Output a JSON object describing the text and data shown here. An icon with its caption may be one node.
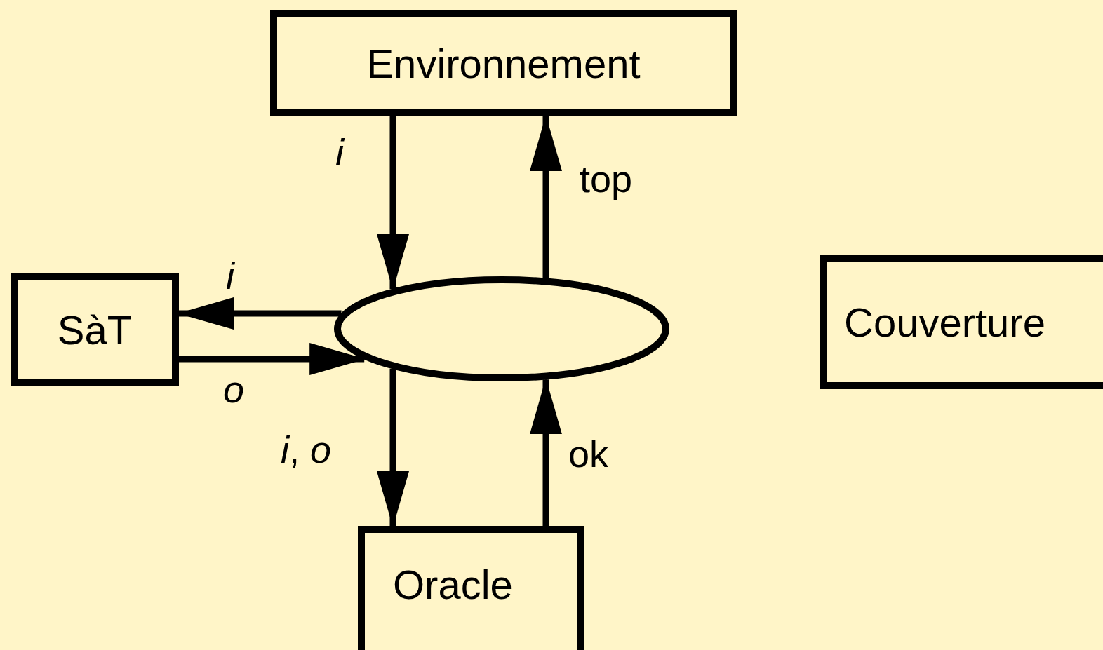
{
  "diagram": {
    "nodes": [
      {
        "text": [
          "Environnement"
        ]
      },
      {
        "text": [
          "SàT"
        ]
      },
      {
        "text": [],
        "shape": "ellipse"
      },
      {
        "text": [
          "Couverture"
        ]
      },
      {
        "text": [
          "Oracle"
        ]
      }
    ],
    "edges": [
      {
        "from": 0,
        "to": 2,
        "arrow": "to",
        "label": "*i*"
      },
      {
        "from": 2,
        "to": 0,
        "arrow": "to",
        "label": "top"
      },
      {
        "from": 2,
        "to": 1,
        "arrow": "to",
        "label": "*i*"
      },
      {
        "from": 1,
        "to": 2,
        "arrow": "to",
        "label": "*o*"
      },
      {
        "from": 2,
        "to": 4,
        "arrow": "to",
        "label": "*i*, *o*"
      },
      {
        "from": 4,
        "to": 2,
        "arrow": "to",
        "label": "ok"
      }
    ]
  }
}
